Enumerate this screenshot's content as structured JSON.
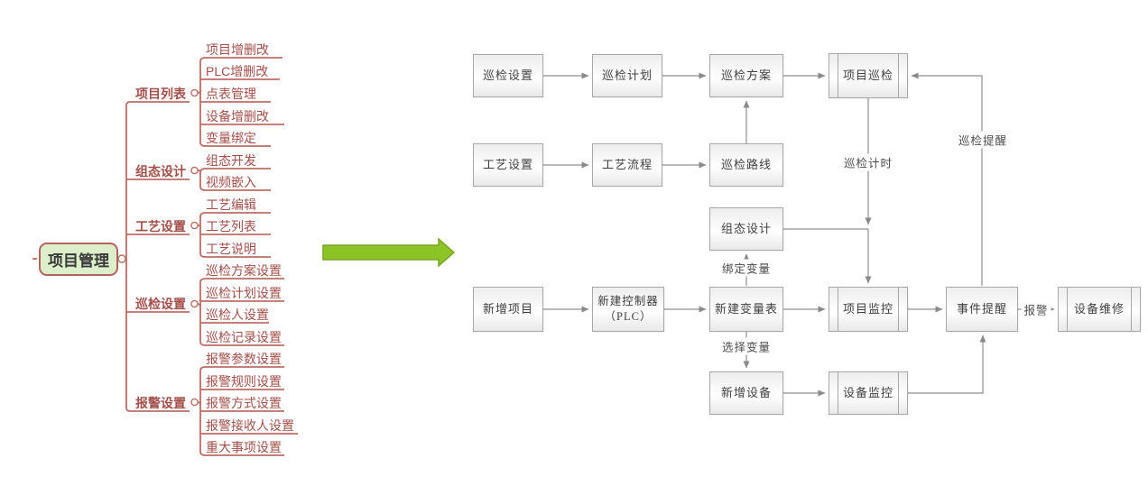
{
  "mindmap": {
    "root": "项目管理",
    "branches": [
      {
        "label": "项目列表",
        "children": [
          "项目增删改",
          "PLC增删改",
          "点表管理",
          "设备增删改",
          "变量绑定"
        ]
      },
      {
        "label": "组态设计",
        "children": [
          "组态开发",
          "视频嵌入"
        ]
      },
      {
        "label": "工艺设置",
        "children": [
          "工艺编辑",
          "工艺列表",
          "工艺说明"
        ]
      },
      {
        "label": "巡检设置",
        "children": [
          "巡检方案设置",
          "巡检计划设置",
          "巡检人设置",
          "巡检记录设置"
        ]
      },
      {
        "label": "报警设置",
        "children": [
          "报警参数设置",
          "报警规则设置",
          "报警方式设置",
          "报警接收人设置",
          "重大事项设置"
        ]
      }
    ]
  },
  "icons": {
    "transform_arrow": "green-right-arrow-icon",
    "node_toggles": "collapse-toggle-icon"
  },
  "flowchart": {
    "nodes": [
      {
        "id": "inspection-settings",
        "label": "巡检设置",
        "shape": "rect"
      },
      {
        "id": "inspection-plan",
        "label": "巡检计划",
        "shape": "rect"
      },
      {
        "id": "inspection-scheme",
        "label": "巡检方案",
        "shape": "rect"
      },
      {
        "id": "project-inspection",
        "label": "项目巡检",
        "shape": "predefined-process"
      },
      {
        "id": "process-settings",
        "label": "工艺设置",
        "shape": "rect"
      },
      {
        "id": "process-flow",
        "label": "工艺流程",
        "shape": "rect"
      },
      {
        "id": "inspection-route",
        "label": "巡检路线",
        "shape": "rect"
      },
      {
        "id": "configuration-design",
        "label": "组态设计",
        "shape": "rect"
      },
      {
        "id": "new-project",
        "label": "新增项目",
        "shape": "rect"
      },
      {
        "id": "new-controller",
        "label": "新建控制器",
        "label2": "（PLC）",
        "shape": "rect"
      },
      {
        "id": "new-variable-table",
        "label": "新建变量表",
        "shape": "rect"
      },
      {
        "id": "project-monitoring",
        "label": "项目监控",
        "shape": "predefined-process"
      },
      {
        "id": "event-reminder",
        "label": "事件提醒",
        "shape": "rect"
      },
      {
        "id": "device-maintenance",
        "label": "设备维修",
        "shape": "predefined-process"
      },
      {
        "id": "new-device",
        "label": "新增设备",
        "shape": "rect"
      },
      {
        "id": "device-monitoring",
        "label": "设备监控",
        "shape": "predefined-process"
      }
    ],
    "edge_labels": {
      "inspection_timing": "巡检计时",
      "inspection_reminder": "巡检提醒",
      "bind_variable": "绑定变量",
      "select_variable": "选择变量",
      "alarm": "报警"
    }
  },
  "colors": {
    "mind_text": "#a34f49",
    "mind_line": "#bb6e66",
    "root_fill": "#dcefca",
    "root_border": "#b2635b",
    "root_text": "#383838",
    "flow_line": "#8f8f8f",
    "flow_border": "#a8a8a8",
    "flow_text": "#3f3f3f",
    "arrow_green": "#8cc327"
  }
}
